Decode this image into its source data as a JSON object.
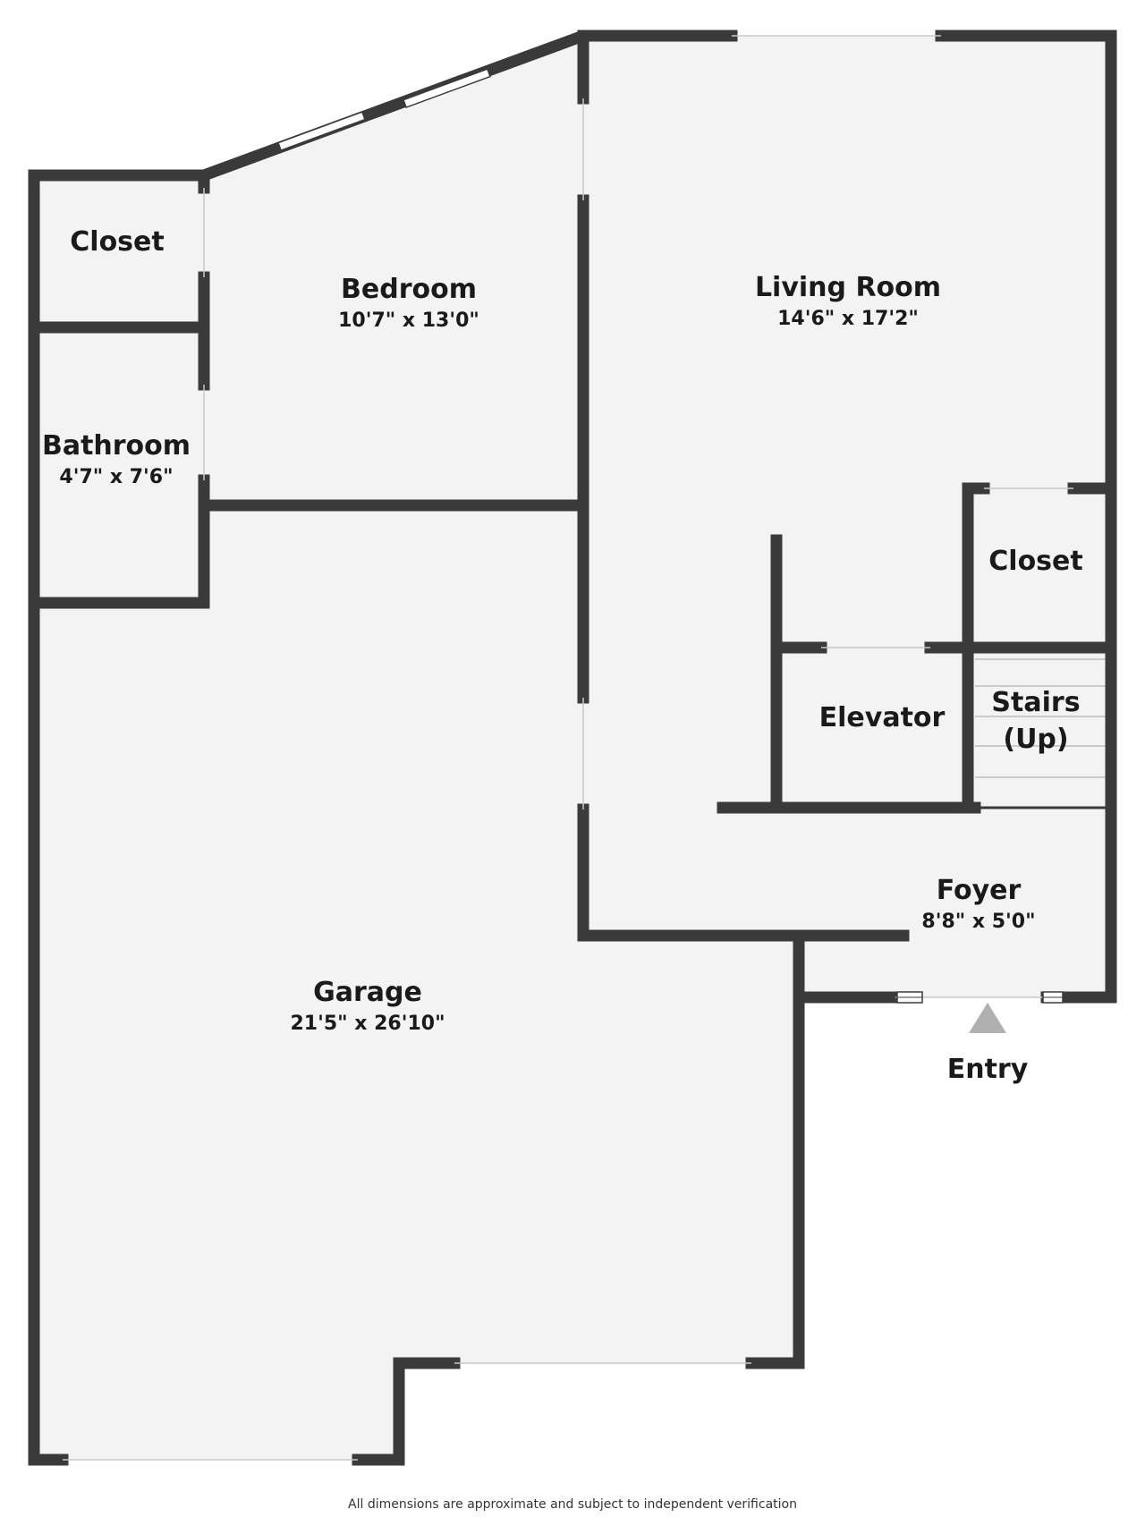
{
  "rooms": {
    "closet_left": {
      "name": "Closet"
    },
    "bedroom": {
      "name": "Bedroom",
      "dimensions": "10'7\" x 13'0\""
    },
    "living_room": {
      "name": "Living Room",
      "dimensions": "14'6\" x 17'2\""
    },
    "bathroom": {
      "name": "Bathroom",
      "dimensions": "4'7\" x 7'6\""
    },
    "closet_right": {
      "name": "Closet"
    },
    "elevator": {
      "name": "Elevator"
    },
    "stairs": {
      "line1": "Stairs",
      "line2": "(Up)"
    },
    "foyer": {
      "name": "Foyer",
      "dimensions": "8'8\" x 5'0\""
    },
    "garage": {
      "name": "Garage",
      "dimensions": "21'5\" x 26'10\""
    }
  },
  "entry": {
    "label": "Entry"
  },
  "disclaimer": "All dimensions are approximate and subject to independent verification",
  "colors": {
    "wall": "#3a3a3a",
    "floor": "#f3f3f3",
    "entry_arrow": "#b0b0b0"
  }
}
